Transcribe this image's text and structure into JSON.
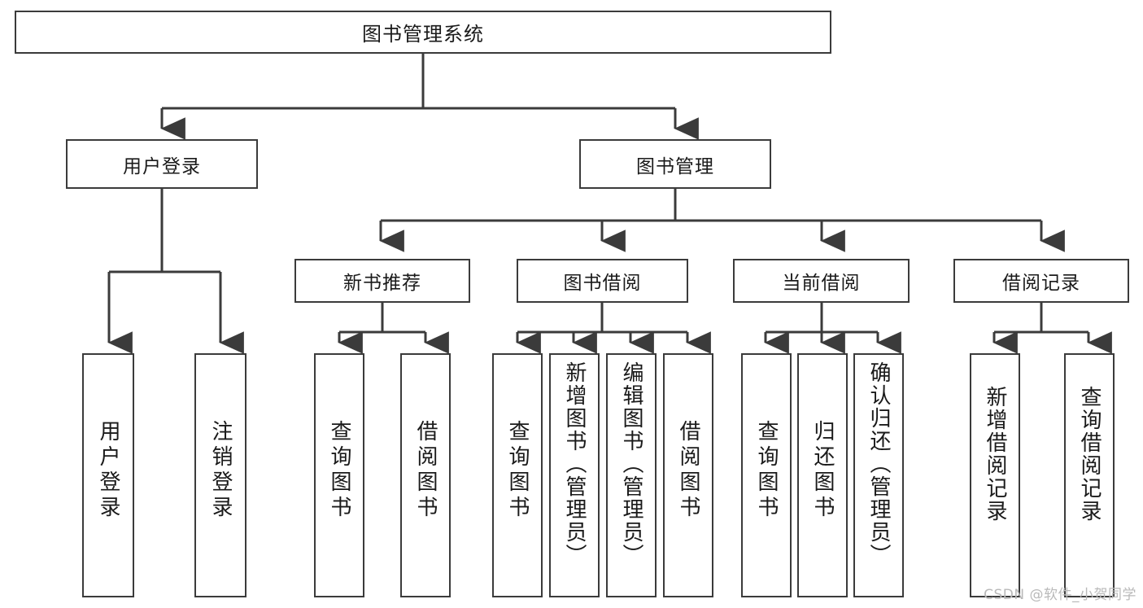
{
  "diagram": {
    "title": "图书管理系统",
    "type": "tree-hierarchy",
    "root": {
      "label": "图书管理系统"
    },
    "level1": [
      {
        "label": "用户登录"
      },
      {
        "label": "图书管理"
      }
    ],
    "level2": [
      {
        "label": "新书推荐"
      },
      {
        "label": "图书借阅"
      },
      {
        "label": "当前借阅"
      },
      {
        "label": "借阅记录"
      }
    ],
    "leaves": {
      "user_login": [
        {
          "label": "用户登录"
        },
        {
          "label": "注销登录"
        }
      ],
      "new_book_recommend": [
        {
          "label": "查询图书"
        },
        {
          "label": "借阅图书"
        }
      ],
      "book_borrow": [
        {
          "label": "查询图书"
        },
        {
          "label": "新增图书（管理员）"
        },
        {
          "label": "编辑图书（管理员）"
        },
        {
          "label": "借阅图书"
        }
      ],
      "current_borrow": [
        {
          "label": "查询图书"
        },
        {
          "label": "归还图书"
        },
        {
          "label": "确认归还（管理员）"
        }
      ],
      "borrow_record": [
        {
          "label": "新增借阅记录"
        },
        {
          "label": "查询借阅记录"
        }
      ]
    }
  },
  "watermark": {
    "text": "CSDN @软件_小贺同学"
  },
  "colors": {
    "stroke": "#3b3b3b",
    "fill": "#ffffff",
    "text": "#1a1a1a",
    "watermark": "#b9b9b9"
  }
}
